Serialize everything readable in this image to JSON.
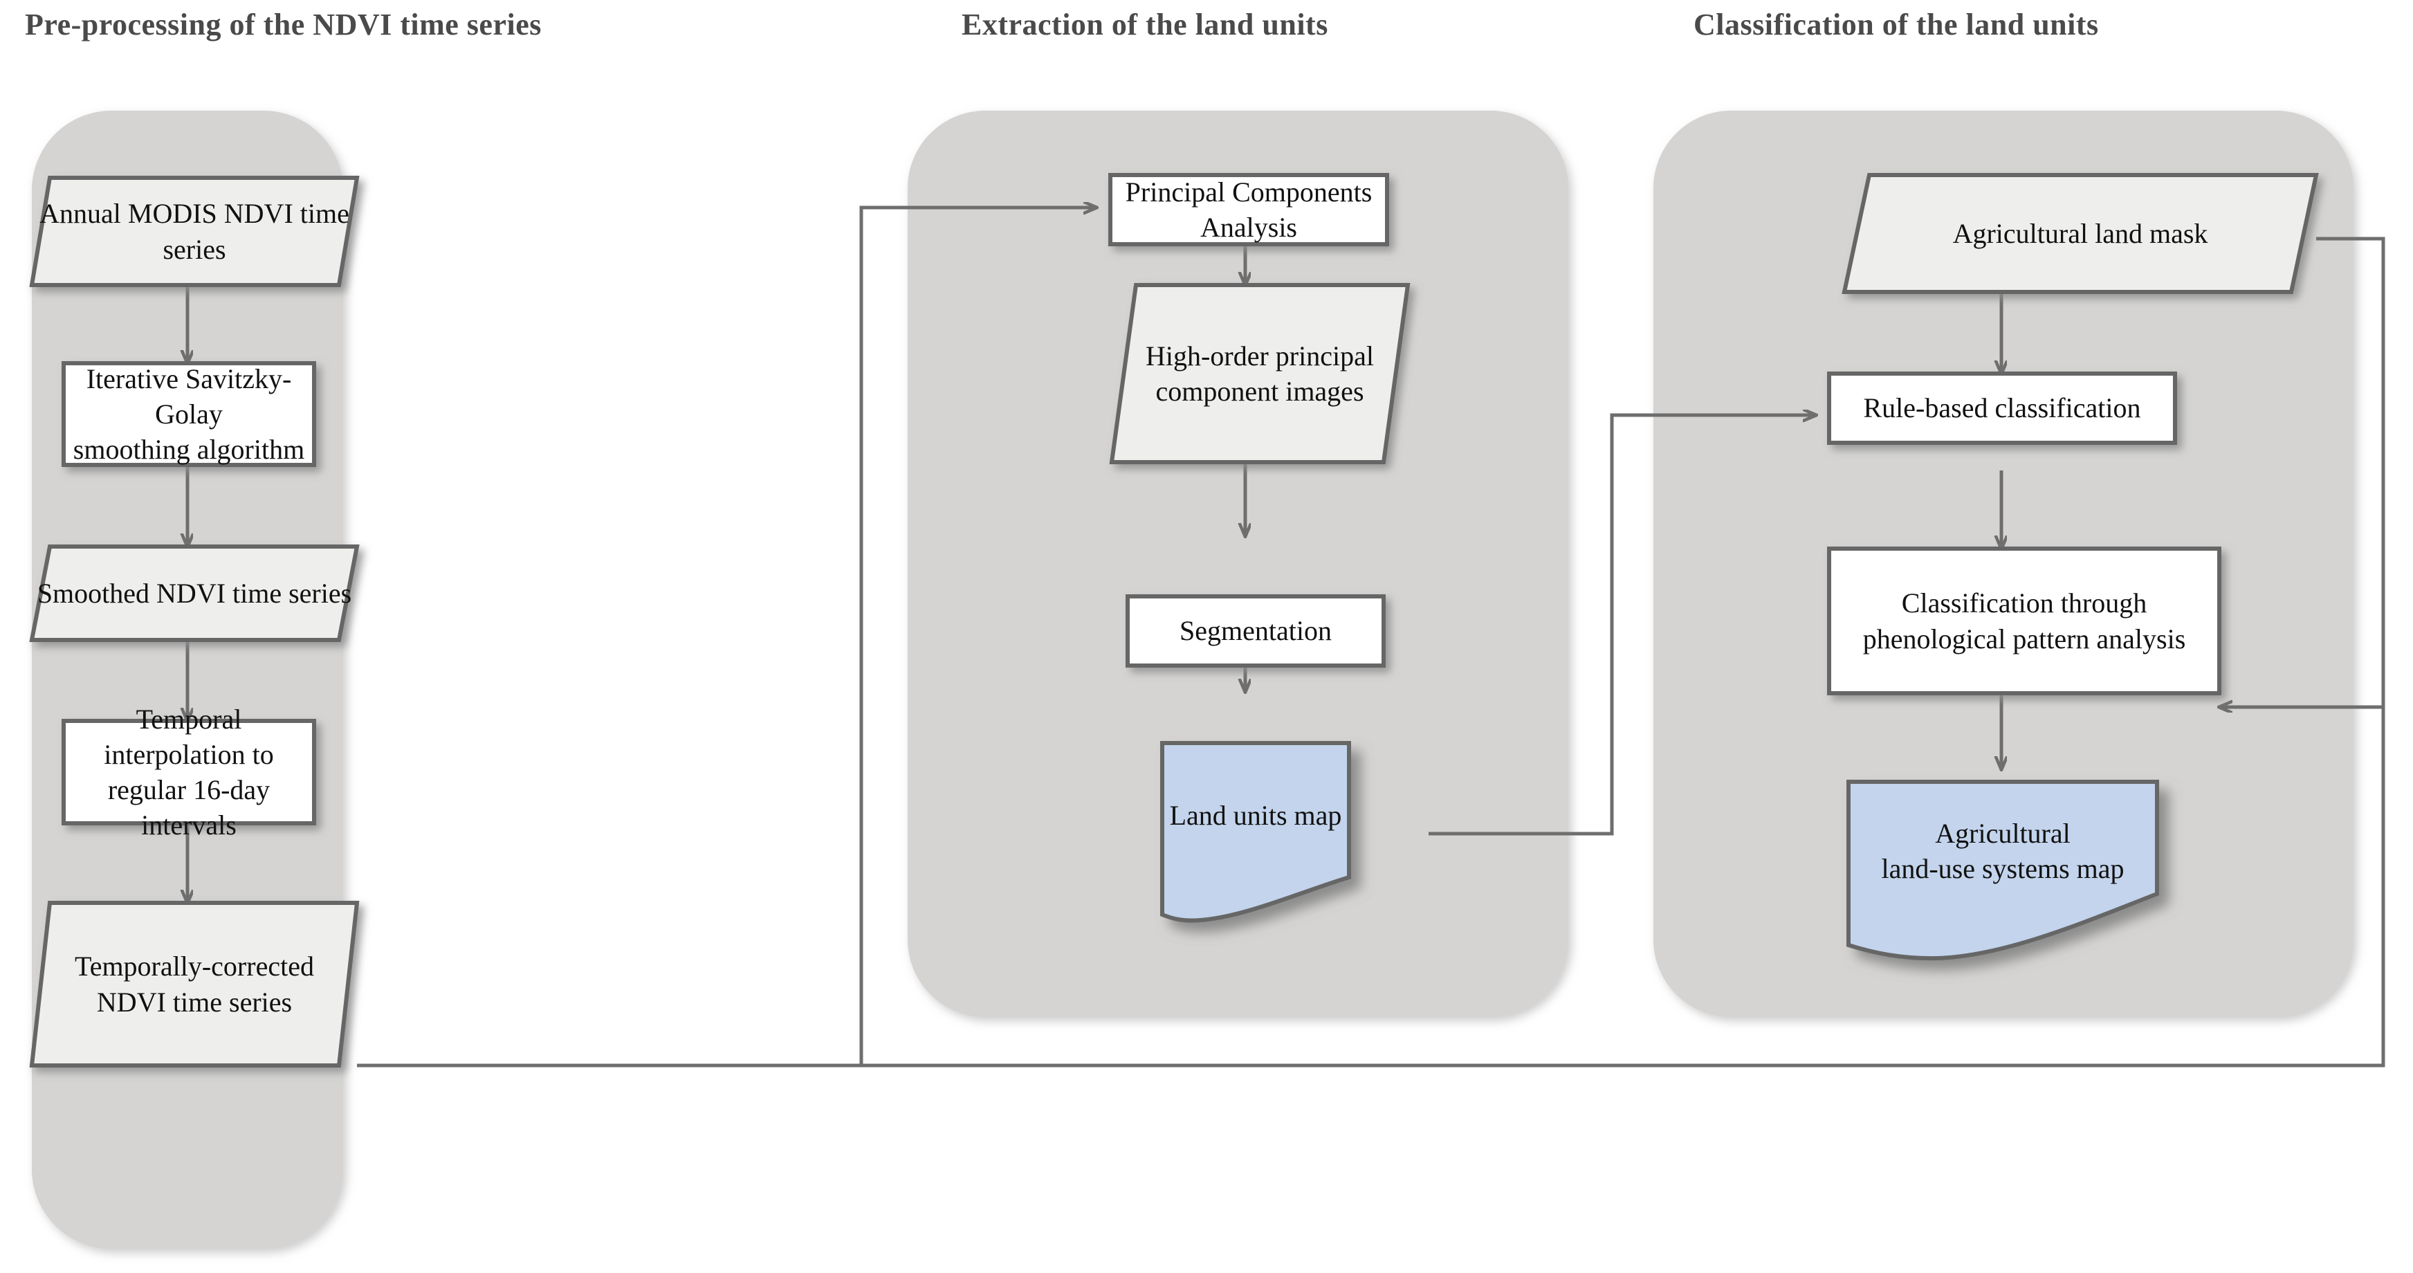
{
  "columns": [
    {
      "title": "Pre-processing of the NDVI time series"
    },
    {
      "title": "Extraction of the land units"
    },
    {
      "title": "Classification of the land units"
    }
  ],
  "nodes": {
    "annual_modis": "Annual MODIS NDVI time series",
    "savitzky_golay": "Iterative Savitzky-Golay\nsmoothing algorithm",
    "smoothed_ndvi": "Smoothed NDVI time series",
    "temporal_interp": "Temporal interpolation to\nregular 16-day intervals",
    "temporally_corrected": "Temporally-corrected\nNDVI time series",
    "pca": "Principal Components  Analysis",
    "high_order_pc": "High-order principal\ncomponent images",
    "segmentation": "Segmentation",
    "land_units_map": "Land units map",
    "agri_land_mask": "Agricultural land mask",
    "rule_based": "Rule-based classification",
    "phenological": "Classification through\nphenological pattern analysis",
    "agri_landuse_map": "Agricultural\nland-use systems map"
  },
  "colors": {
    "panel_fill": "#d5d4d2",
    "data_fill": "#eeeeec",
    "process_fill": "#ffffff",
    "output_fill": "#c3d4ec",
    "stroke": "#666666",
    "connector": "#6e6e6e",
    "title_text": "#4a4a4a",
    "node_text": "#111111"
  },
  "shape_types": {
    "annual_modis": "parallelogram",
    "savitzky_golay": "rectangle",
    "smoothed_ndvi": "parallelogram",
    "temporal_interp": "rectangle",
    "temporally_corrected": "parallelogram",
    "pca": "rectangle",
    "high_order_pc": "parallelogram",
    "segmentation": "rectangle",
    "land_units_map": "document",
    "agri_land_mask": "parallelogram",
    "rule_based": "rectangle",
    "phenological": "rectangle",
    "agri_landuse_map": "document"
  }
}
